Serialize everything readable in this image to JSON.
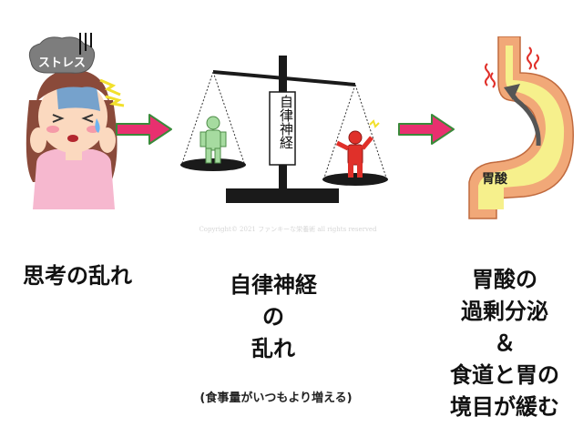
{
  "left": {
    "stress_label": "ストレス",
    "caption": "思考の乱れ"
  },
  "middle": {
    "scale_label": "自律神経",
    "caption_lines": [
      "自律神経",
      "の",
      "乱れ"
    ],
    "note": "(食事量がいつもより増える)"
  },
  "right": {
    "stomach_label": "胃酸",
    "caption_lines": [
      "胃酸の",
      "過剰分泌",
      "＆",
      "食道と胃の",
      "境目が緩む"
    ]
  },
  "copyright": "Copyright© 2021 ファンキーな栄養術 all rights reserved",
  "colors": {
    "arrow": "#e8306f",
    "arrow_outline": "#3a8a3a",
    "stomach": "#f1a878",
    "stomach_inner": "#f6f08c",
    "skin": "#fbd9bf",
    "hair": "#8a4a3a",
    "shirt": "#f6b8cf",
    "balance_dark": "#1a1a1a",
    "calm_figure": "#a6dba0",
    "stressed_figure": "#e0302a"
  }
}
